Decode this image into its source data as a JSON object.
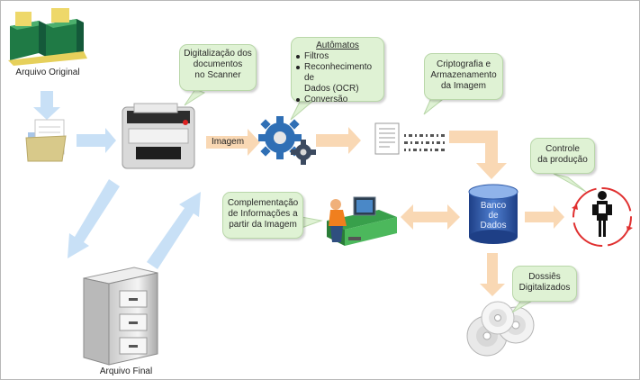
{
  "labels": {
    "arquivo_original": "Arquivo Original",
    "arquivo_final": "Arquivo  Final",
    "imagem": "Imagem",
    "banco_de_dados": [
      "Banco",
      "de",
      "Dados"
    ]
  },
  "bubbles": {
    "digitalizacao": [
      "Digitalização dos",
      "documentos",
      "no Scanner"
    ],
    "automatos": {
      "title": "Autômatos",
      "items": [
        "Filtros",
        "Reconhecimento de",
        "Dados (OCR)",
        "Conversão"
      ]
    },
    "criptografia": [
      "Criptografia e",
      "Armazenamento",
      "da Imagem"
    ],
    "controle": [
      "Controle",
      "da produção"
    ],
    "complementacao": [
      "Complementação",
      "de Informações a",
      "partir da Imagem"
    ],
    "dossies": [
      "Dossiês",
      "Digitalizados"
    ]
  },
  "colors": {
    "arrow_blue": "#c8e0f6",
    "arrow_orange": "#f9d8b4",
    "bubble_green": "#dff2d4",
    "folder_green": "#2e8b57",
    "database_blue": "#2f5aa8",
    "ring_red": "#e03030"
  }
}
